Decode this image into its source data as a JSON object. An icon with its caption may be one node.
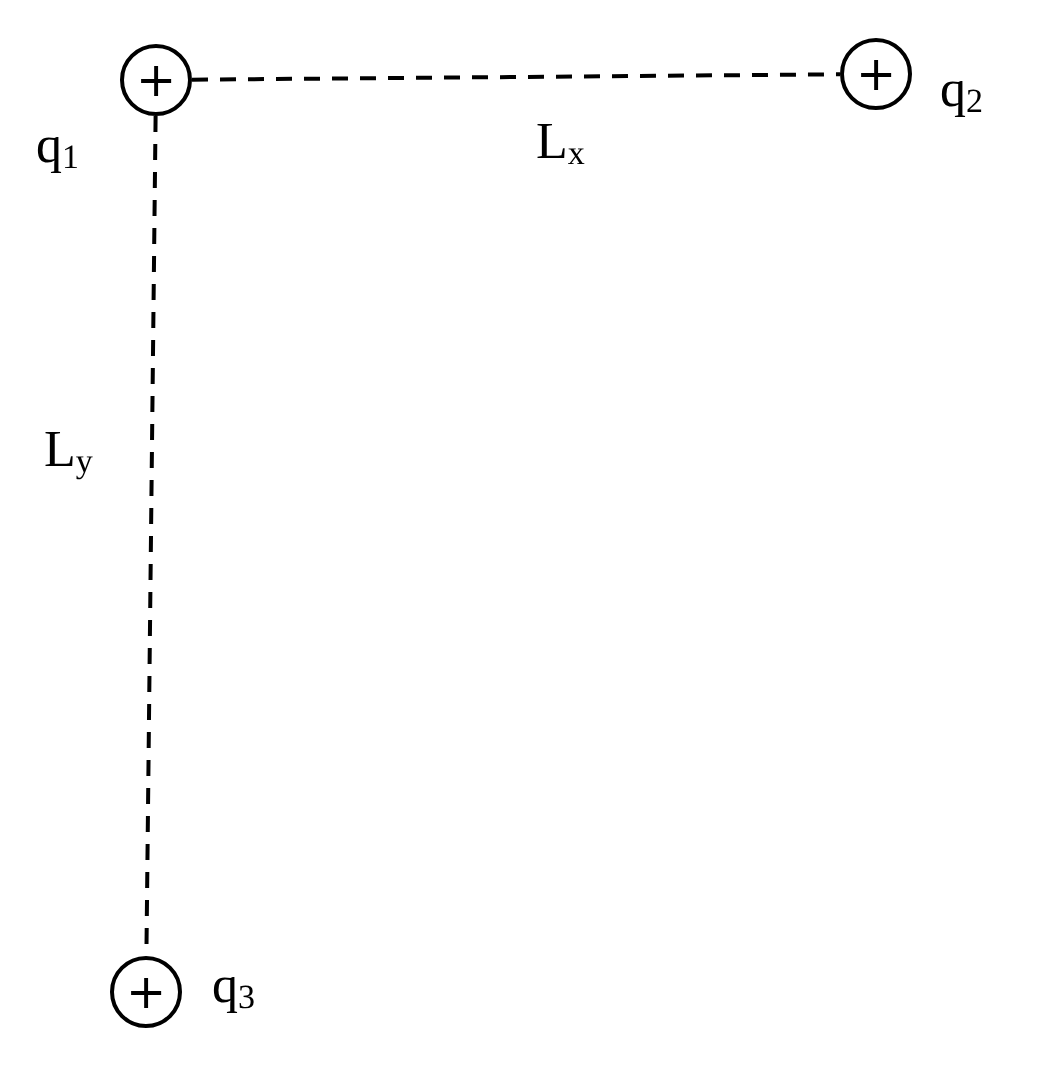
{
  "diagram": {
    "nodes": [
      {
        "text": [
          "+"
        ],
        "beside": [
          "q$_{1}$"
        ]
      },
      {
        "text": [
          "+"
        ],
        "beside": [
          "q$_{2}$"
        ]
      },
      {
        "text": [
          "+"
        ],
        "beside": [
          "q$_{3}$"
        ]
      }
    ],
    "edges": [
      {
        "from": 0,
        "to": 1,
        "arrow": "none",
        "label": "L$_{x}$",
        "style": "dashed"
      },
      {
        "from": 0,
        "to": 2,
        "arrow": "none",
        "label": "L$_{y}$",
        "style": "dashed"
      }
    ]
  }
}
